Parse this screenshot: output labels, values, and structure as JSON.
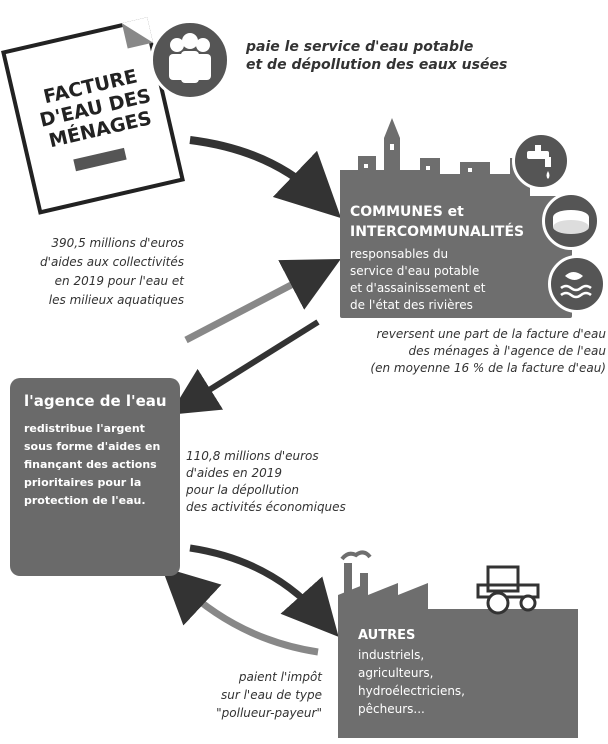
{
  "bill": {
    "title": "FACTURE\nD'EAU DES\nMÉNAGES"
  },
  "top_caption": "paie le service d'eau potable\net de dépollution des eaux usées",
  "communes": {
    "title": "COMMUNES et\nINTERCOMMUNALITÉS",
    "description": "responsables du\nservice d'eau potable\net d'assainissement et\nde l'état des rivières"
  },
  "left_aid_text": "390,5 millions d'euros\nd'aides aux collectivités\nen 2019 pour l'eau et\nles milieux aquatiques",
  "right_rev_text": "reversent une part de la facture d'eau\ndes ménages à l'agence de l'eau\n(en moyenne 16 % de la facture d'eau)",
  "agence": {
    "title": "l'agence de l'eau",
    "description": "redistribue l'argent\nsous forme d'aides en\nfinançant des actions\nprioritaires pour la\nprotection de l'eau."
  },
  "mid_aid_text": "110,8 millions d'euros\nd'aides en 2019\npour la dépollution\ndes activités économiques",
  "autres": {
    "title": "AUTRES",
    "description": "industriels,\nagriculteurs,\nhydroélectriciens,\npêcheurs..."
  },
  "impot_text": "paient l'impôt\nsur l'eau de type\n\"pollueur-payeur\"",
  "colors": {
    "box_gray": "#6e6e6e",
    "dark_gray": "#555555",
    "text": "#333333"
  }
}
